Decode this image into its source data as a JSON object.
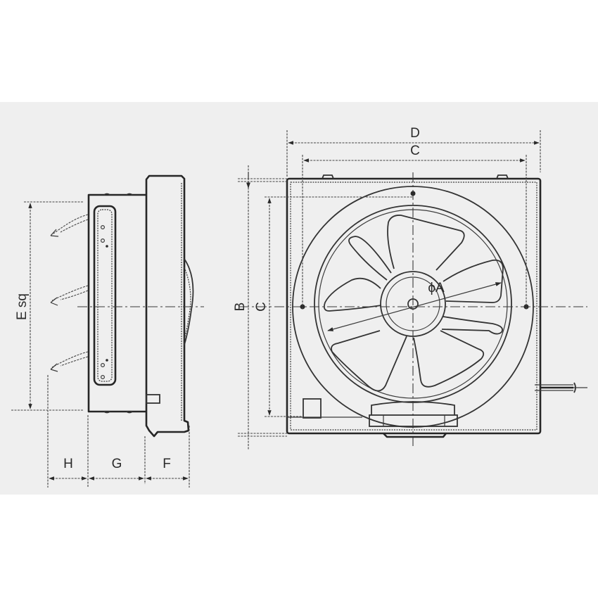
{
  "figure": {
    "type": "dimension-drawing",
    "subject": "wall-mounted exhaust fan",
    "colors": {
      "background": "#ffffff",
      "sheet": "#efefef",
      "line": "#262626"
    }
  },
  "side_view": {
    "labels": {
      "height": "E sq",
      "depth_h": "H",
      "depth_g": "G",
      "depth_f": "F"
    }
  },
  "front_view": {
    "labels": {
      "overall_width": "D",
      "mount_width": "C",
      "overall_height": "B",
      "mount_height": "C",
      "blade_diameter": "ϕA"
    }
  }
}
